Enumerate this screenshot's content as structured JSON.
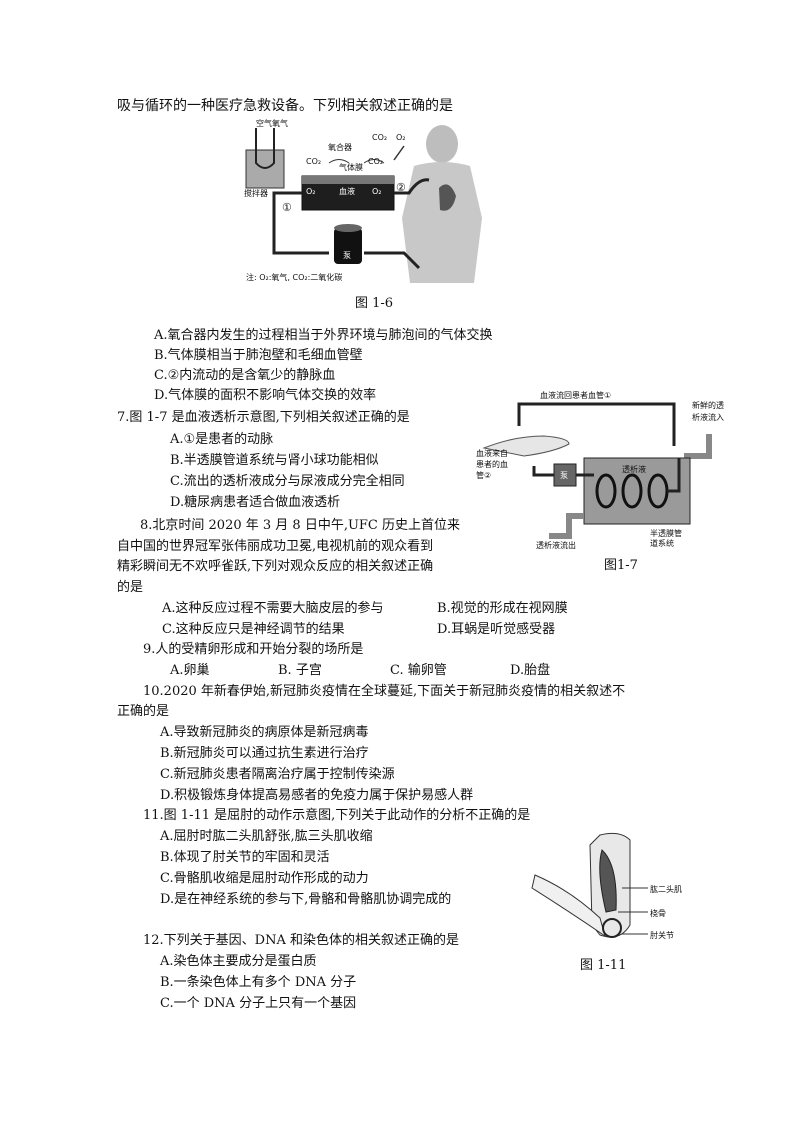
{
  "intro_line": "吸与循环的一种医疗急救设备。下列相关叙述正确的是",
  "fig16": {
    "caption": "图 1-6",
    "labels": {
      "air": "空气",
      "oxygen": "氧气",
      "oxygenator": "氧合器",
      "co2_left": "CO₂",
      "co2_right": "CO₂",
      "gas_membrane": "气体膜",
      "o2_left": "O₂",
      "blood": "血液",
      "o2_right": "O₂",
      "co2_top": "CO₂",
      "o2_top": "O₂",
      "stirrer": "搅拌器",
      "circle1": "①",
      "circle2": "②",
      "pump": "泵",
      "note": "注: O₂:氧气, CO₂:二氧化碳"
    }
  },
  "q6_options": [
    "A.氧合器内发生的过程相当于外界环境与肺泡间的气体交换",
    "B.气体膜相当于肺泡壁和毛细血管壁",
    "C.②内流动的是含氧少的静脉血",
    "D.气体膜的面积不影响气体交换的效率"
  ],
  "q7": {
    "stem": "7.图 1-7 是血液透析示意图,下列相关叙述正确的是",
    "options": [
      "A.①是患者的动脉",
      "B.半透膜管道系统与肾小球功能相似",
      "C.流出的透析液成分与尿液成分完全相同",
      "D.糖尿病患者适合做血液透析"
    ]
  },
  "fig17": {
    "caption": "图1-7",
    "labels": {
      "return": "血液流回患者血管①",
      "fresh1": "新鲜的透",
      "fresh2": "析液流入",
      "from1": "血液来自",
      "from2": "患者的血",
      "from3": "管②",
      "pump": "泵",
      "dialysate": "透析液",
      "out": "透析液流出",
      "membrane1": "半透膜管",
      "membrane2": "道系统"
    }
  },
  "q8_lines": [
    "8.北京时间 2020 年 3 月 8 日中午,UFC 历史上首位来",
    "自中国的世界冠军张伟丽成功卫冕,电视机前的观众看到",
    "精彩瞬间无不欢呼雀跃,下列对观众反应的相关叙述正确",
    "的是"
  ],
  "q8_options": [
    "A.这种反应过程不需要大脑皮层的参与",
    "B.视觉的形成在视网膜",
    "C.这种反应只是神经调节的结果",
    "D.耳蜗是听觉感受器"
  ],
  "q9": {
    "stem": "9.人的受精卵形成和开始分裂的场所是",
    "options": [
      "A.卵巢",
      "B. 子宫",
      "C. 输卵管",
      "D.胎盘"
    ]
  },
  "q10": {
    "stem_lines": [
      "10.2020 年新春伊始,新冠肺炎疫情在全球蔓延,下面关于新冠肺炎疫情的相关叙述不",
      "正确的是"
    ],
    "options": [
      "A.导致新冠肺炎的病原体是新冠病毒",
      "B.新冠肺炎可以通过抗生素进行治疗",
      "C.新冠肺炎患者隔离治疗属于控制传染源",
      "D.积极锻炼身体提高易感者的免疫力属于保护易感人群"
    ]
  },
  "q11": {
    "stem": "11.图 1-11 是屈肘的动作示意图,下列关于此动作的分析不正确的是",
    "options": [
      "A.屈肘时肱二头肌舒张,肱三头肌收缩",
      "B.体现了肘关节的牢固和灵活",
      "C.骨骼肌收缩是屈肘动作形成的动力",
      "D.是在神经系统的参与下,骨骼和骨骼肌协调完成的"
    ]
  },
  "fig111": {
    "caption": "图 1-11",
    "labels": {
      "biceps": "肱二头肌",
      "radius": "桡骨",
      "elbow": "肘关节"
    }
  },
  "q12": {
    "stem": "12.下列关于基因、DNA 和染色体的相关叙述正确的是",
    "options": [
      "A.染色体主要成分是蛋白质",
      "B.一条染色体上有多个 DNA 分子",
      "C.一个 DNA 分子上只有一个基因"
    ]
  }
}
